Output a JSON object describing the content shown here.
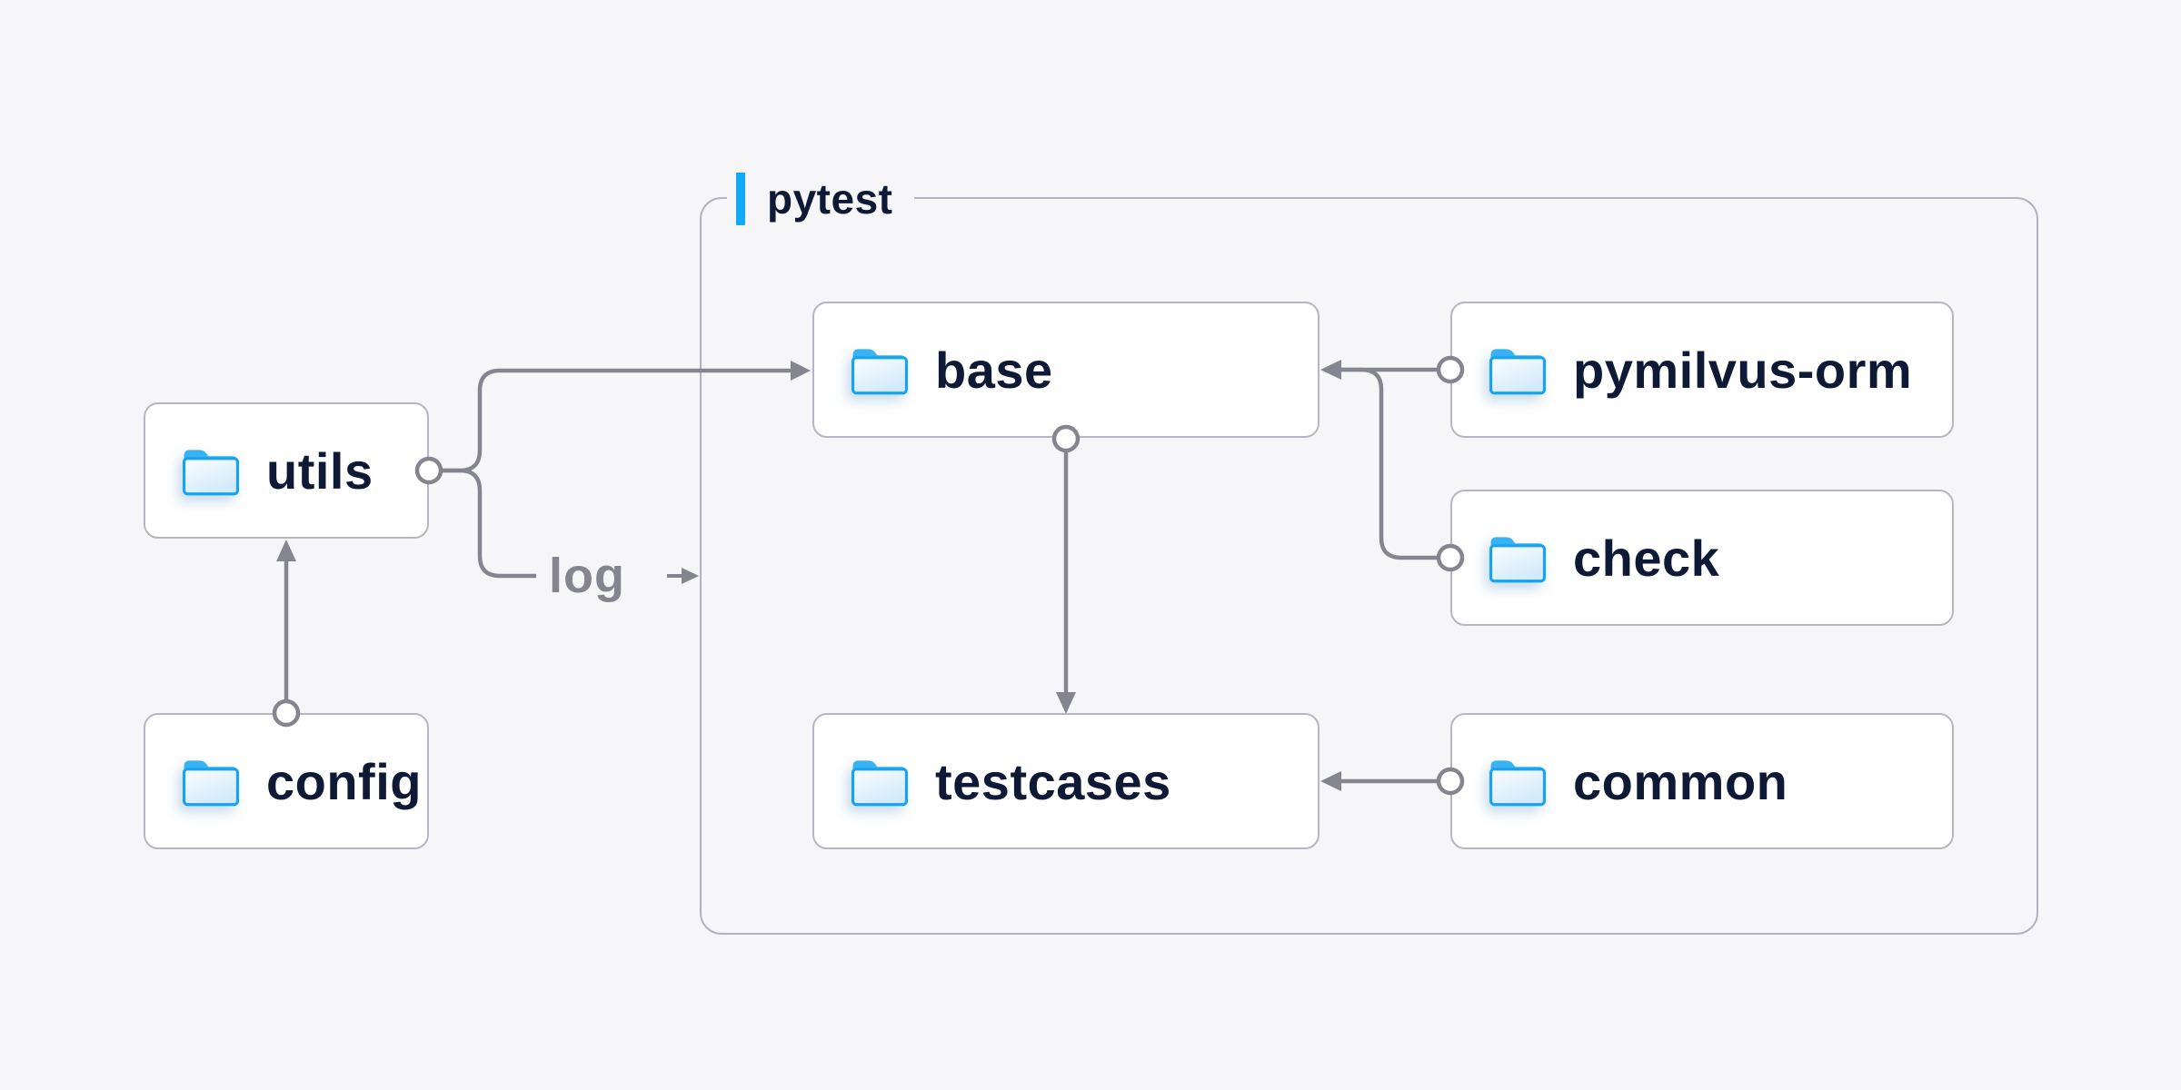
{
  "diagram": {
    "group": {
      "label": "pytest",
      "accent_color": "#14a9f5",
      "border_color": "#b2b2c0"
    },
    "nodes": [
      {
        "id": "utils",
        "label": "utils",
        "icon": "folder-icon"
      },
      {
        "id": "config",
        "label": "config",
        "icon": "folder-icon"
      },
      {
        "id": "base",
        "label": "base",
        "icon": "folder-icon",
        "group": "pytest"
      },
      {
        "id": "pymilvus-orm",
        "label": "pymilvus-orm",
        "icon": "folder-icon",
        "group": "pytest"
      },
      {
        "id": "check",
        "label": "check",
        "icon": "folder-icon",
        "group": "pytest"
      },
      {
        "id": "testcases",
        "label": "testcases",
        "icon": "folder-icon",
        "group": "pytest"
      },
      {
        "id": "common",
        "label": "common",
        "icon": "folder-icon",
        "group": "pytest"
      }
    ],
    "edges": [
      {
        "from": "config",
        "to": "utils",
        "style": "arrow"
      },
      {
        "from": "utils",
        "to": "base",
        "style": "arrow"
      },
      {
        "from": "utils",
        "to": "log",
        "style": "arrow",
        "label": "log"
      },
      {
        "from": "pymilvus-orm",
        "to": "base",
        "style": "arrow"
      },
      {
        "from": "check",
        "to": "base",
        "style": "arrow-merged"
      },
      {
        "from": "base",
        "to": "testcases",
        "style": "arrow"
      },
      {
        "from": "common",
        "to": "testcases",
        "style": "arrow"
      }
    ],
    "edge_label": "log",
    "colors": {
      "background": "#f6f6f8",
      "node_background": "#ffffff",
      "node_border": "#b6b6c2",
      "line": "#85858f",
      "text": "#0e1a35",
      "edge_label_text": "#85858f",
      "accent_blue": "#14a9f5",
      "folder_stroke": "#17a3ef",
      "folder_tab": "#38b2f3"
    }
  }
}
